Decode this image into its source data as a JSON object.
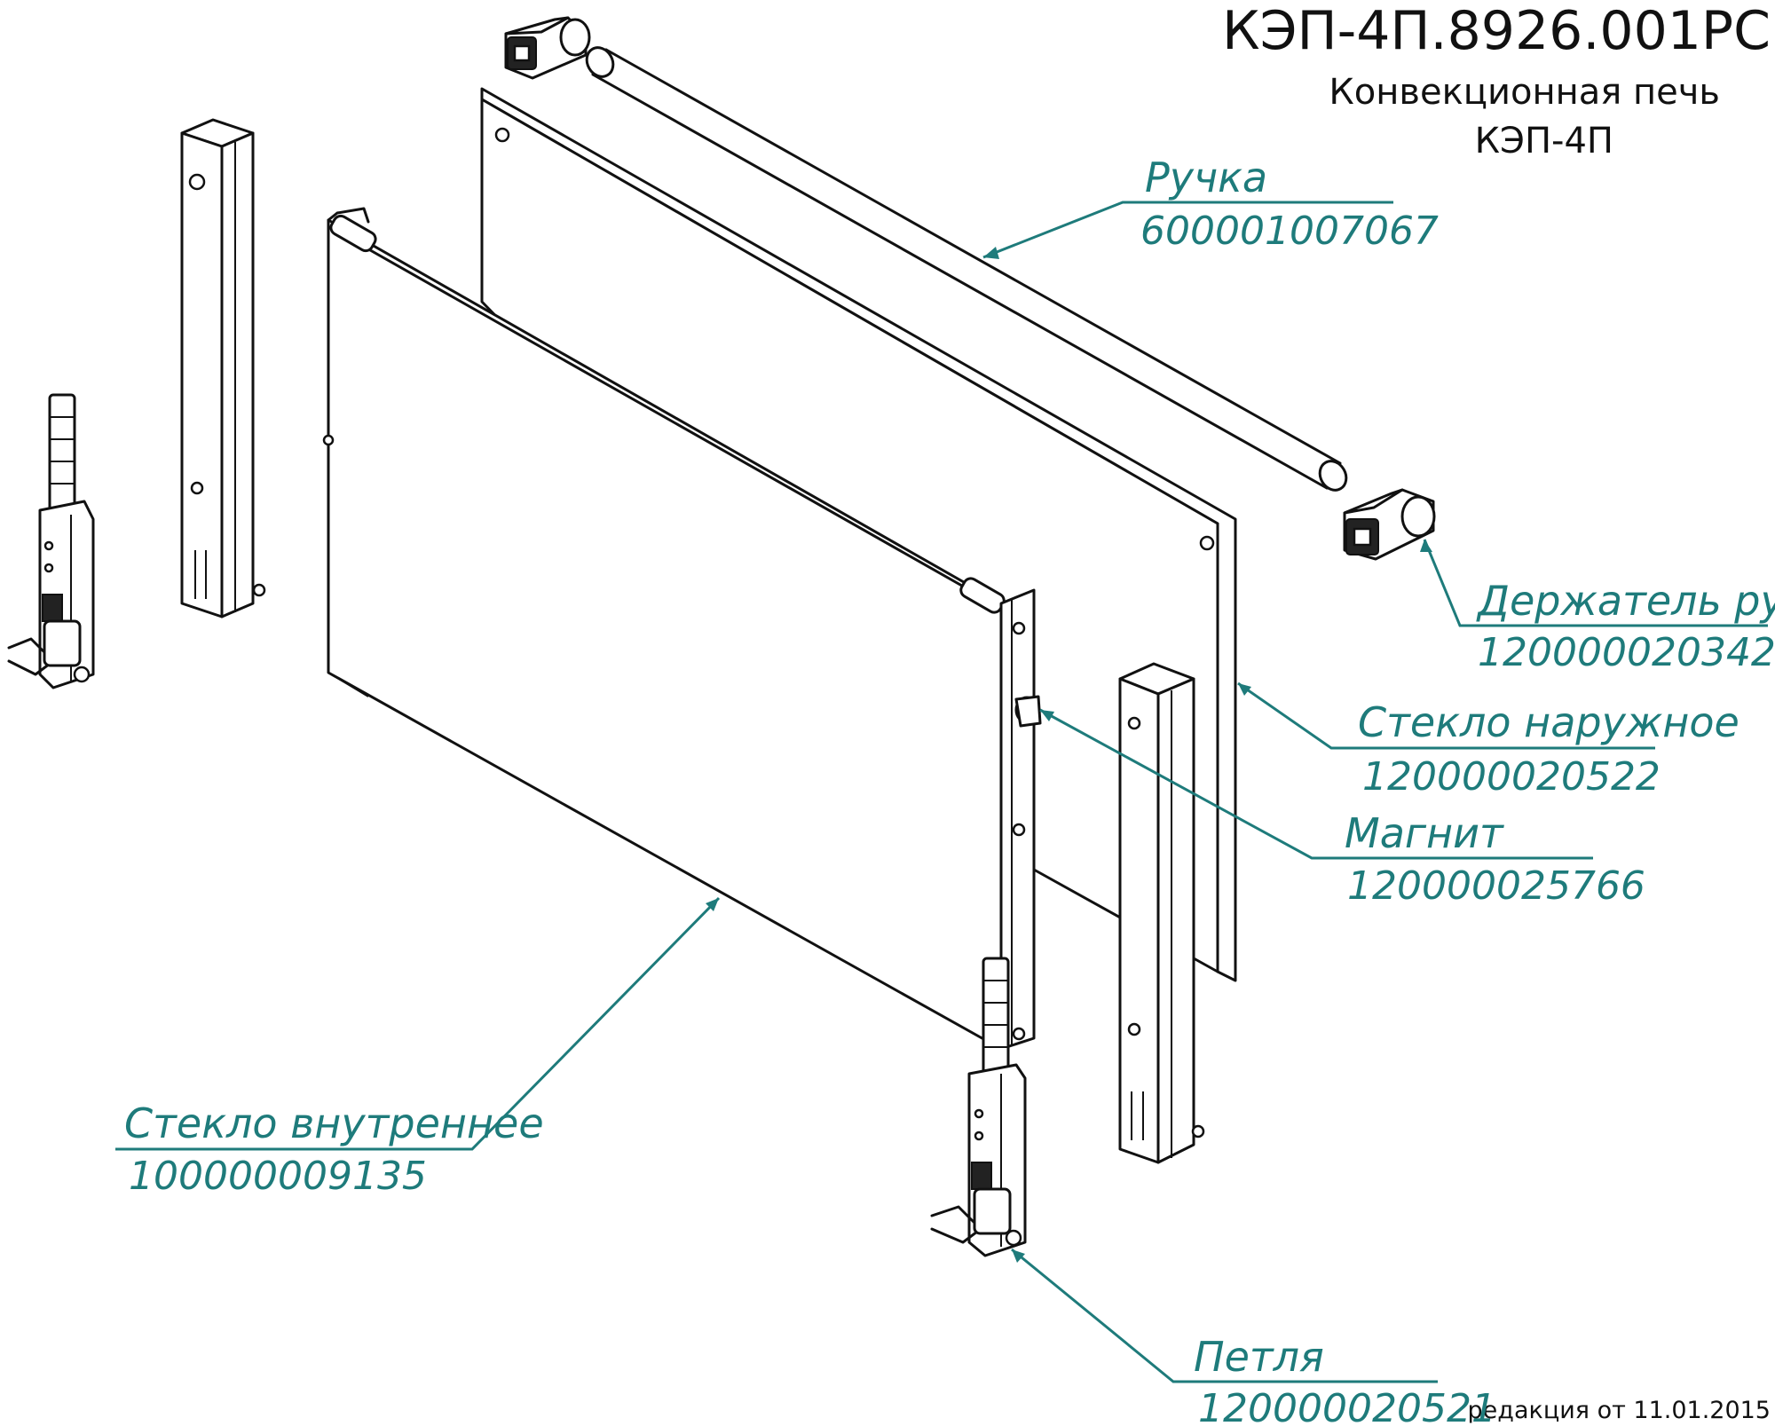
{
  "title": {
    "code": "КЭП-4П.8926.001РС",
    "line1": "Конвекционная печь",
    "line2": "КЭП-4П"
  },
  "revision": "редакция от 11.01.2015",
  "colors": {
    "callout": "#1e7b7b",
    "lines": "#111111"
  },
  "callouts": [
    {
      "id": "handle",
      "name": "Ручка",
      "code": "600001007067"
    },
    {
      "id": "handle-holder",
      "name": "Держатель ручки",
      "code": "120000020342"
    },
    {
      "id": "outer-glass",
      "name": "Стекло наружное",
      "code": "120000020522"
    },
    {
      "id": "magnet",
      "name": "Магнит",
      "code": "120000025766"
    },
    {
      "id": "inner-glass",
      "name": "Стекло внутреннее",
      "code": "100000009135"
    },
    {
      "id": "hinge",
      "name": "Петля",
      "code": "120000020521"
    }
  ]
}
